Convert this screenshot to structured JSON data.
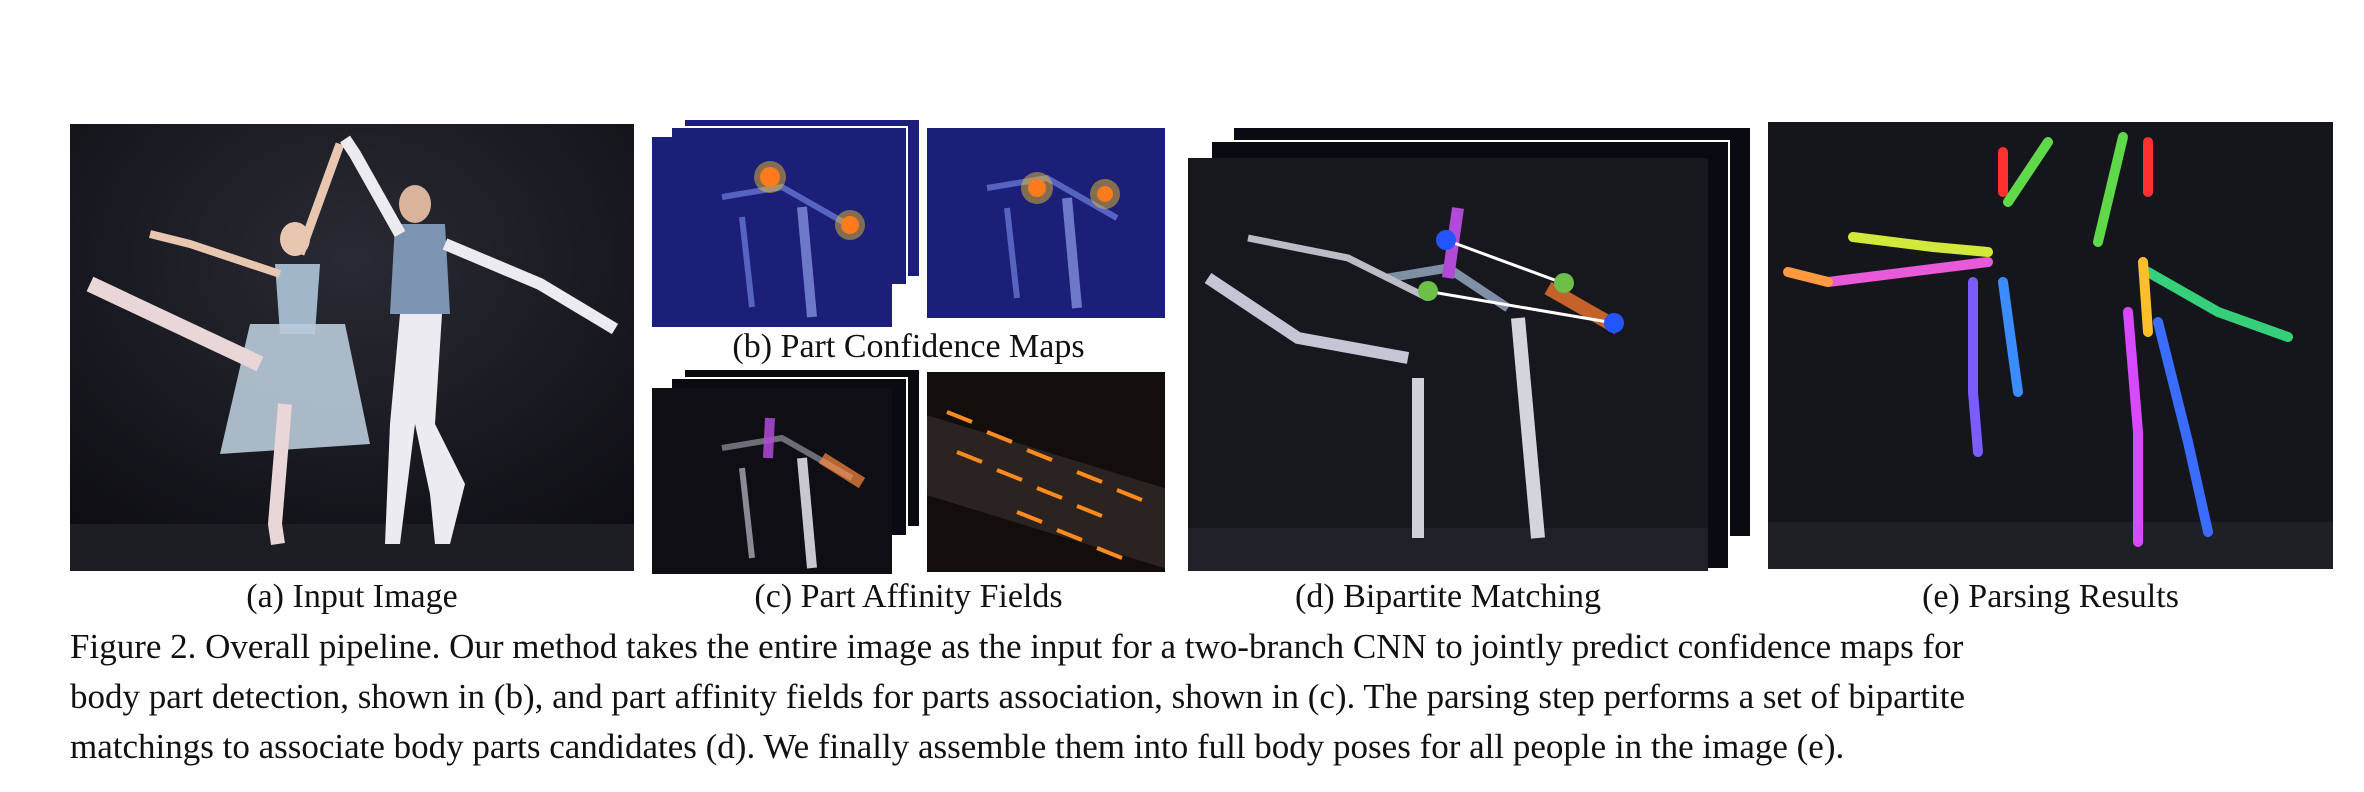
{
  "panels": {
    "a": {
      "caption": "(a) Input Image"
    },
    "b": {
      "caption": "(b) Part Confidence Maps"
    },
    "c": {
      "caption": "(c) Part Affinity Fields"
    },
    "d": {
      "caption": "(d) Bipartite Matching"
    },
    "e": {
      "caption": "(e) Parsing Results"
    }
  },
  "figure_caption": {
    "lines": [
      "Figure 2. Overall pipeline.  Our method takes the entire image as the input for a two-branch CNN to jointly predict confidence maps for",
      "body part detection, shown in (b), and part affinity fields for parts association, shown in (c).  The parsing step performs a set of bipartite",
      "matchings to associate body parts candidates (d). We finally assemble them into full body poses for all people in the image (e)."
    ]
  },
  "colors": {
    "stage_background": "#101018",
    "heatmap_background": "#1b1f78",
    "affinity_arrow": "#ff8a1e",
    "match_node_blue": "#2255ff",
    "match_node_green": "#6cc04a"
  },
  "icons": {
    "figure": "ballet-dancers-photo",
    "arrow": "affinity-arrow"
  }
}
